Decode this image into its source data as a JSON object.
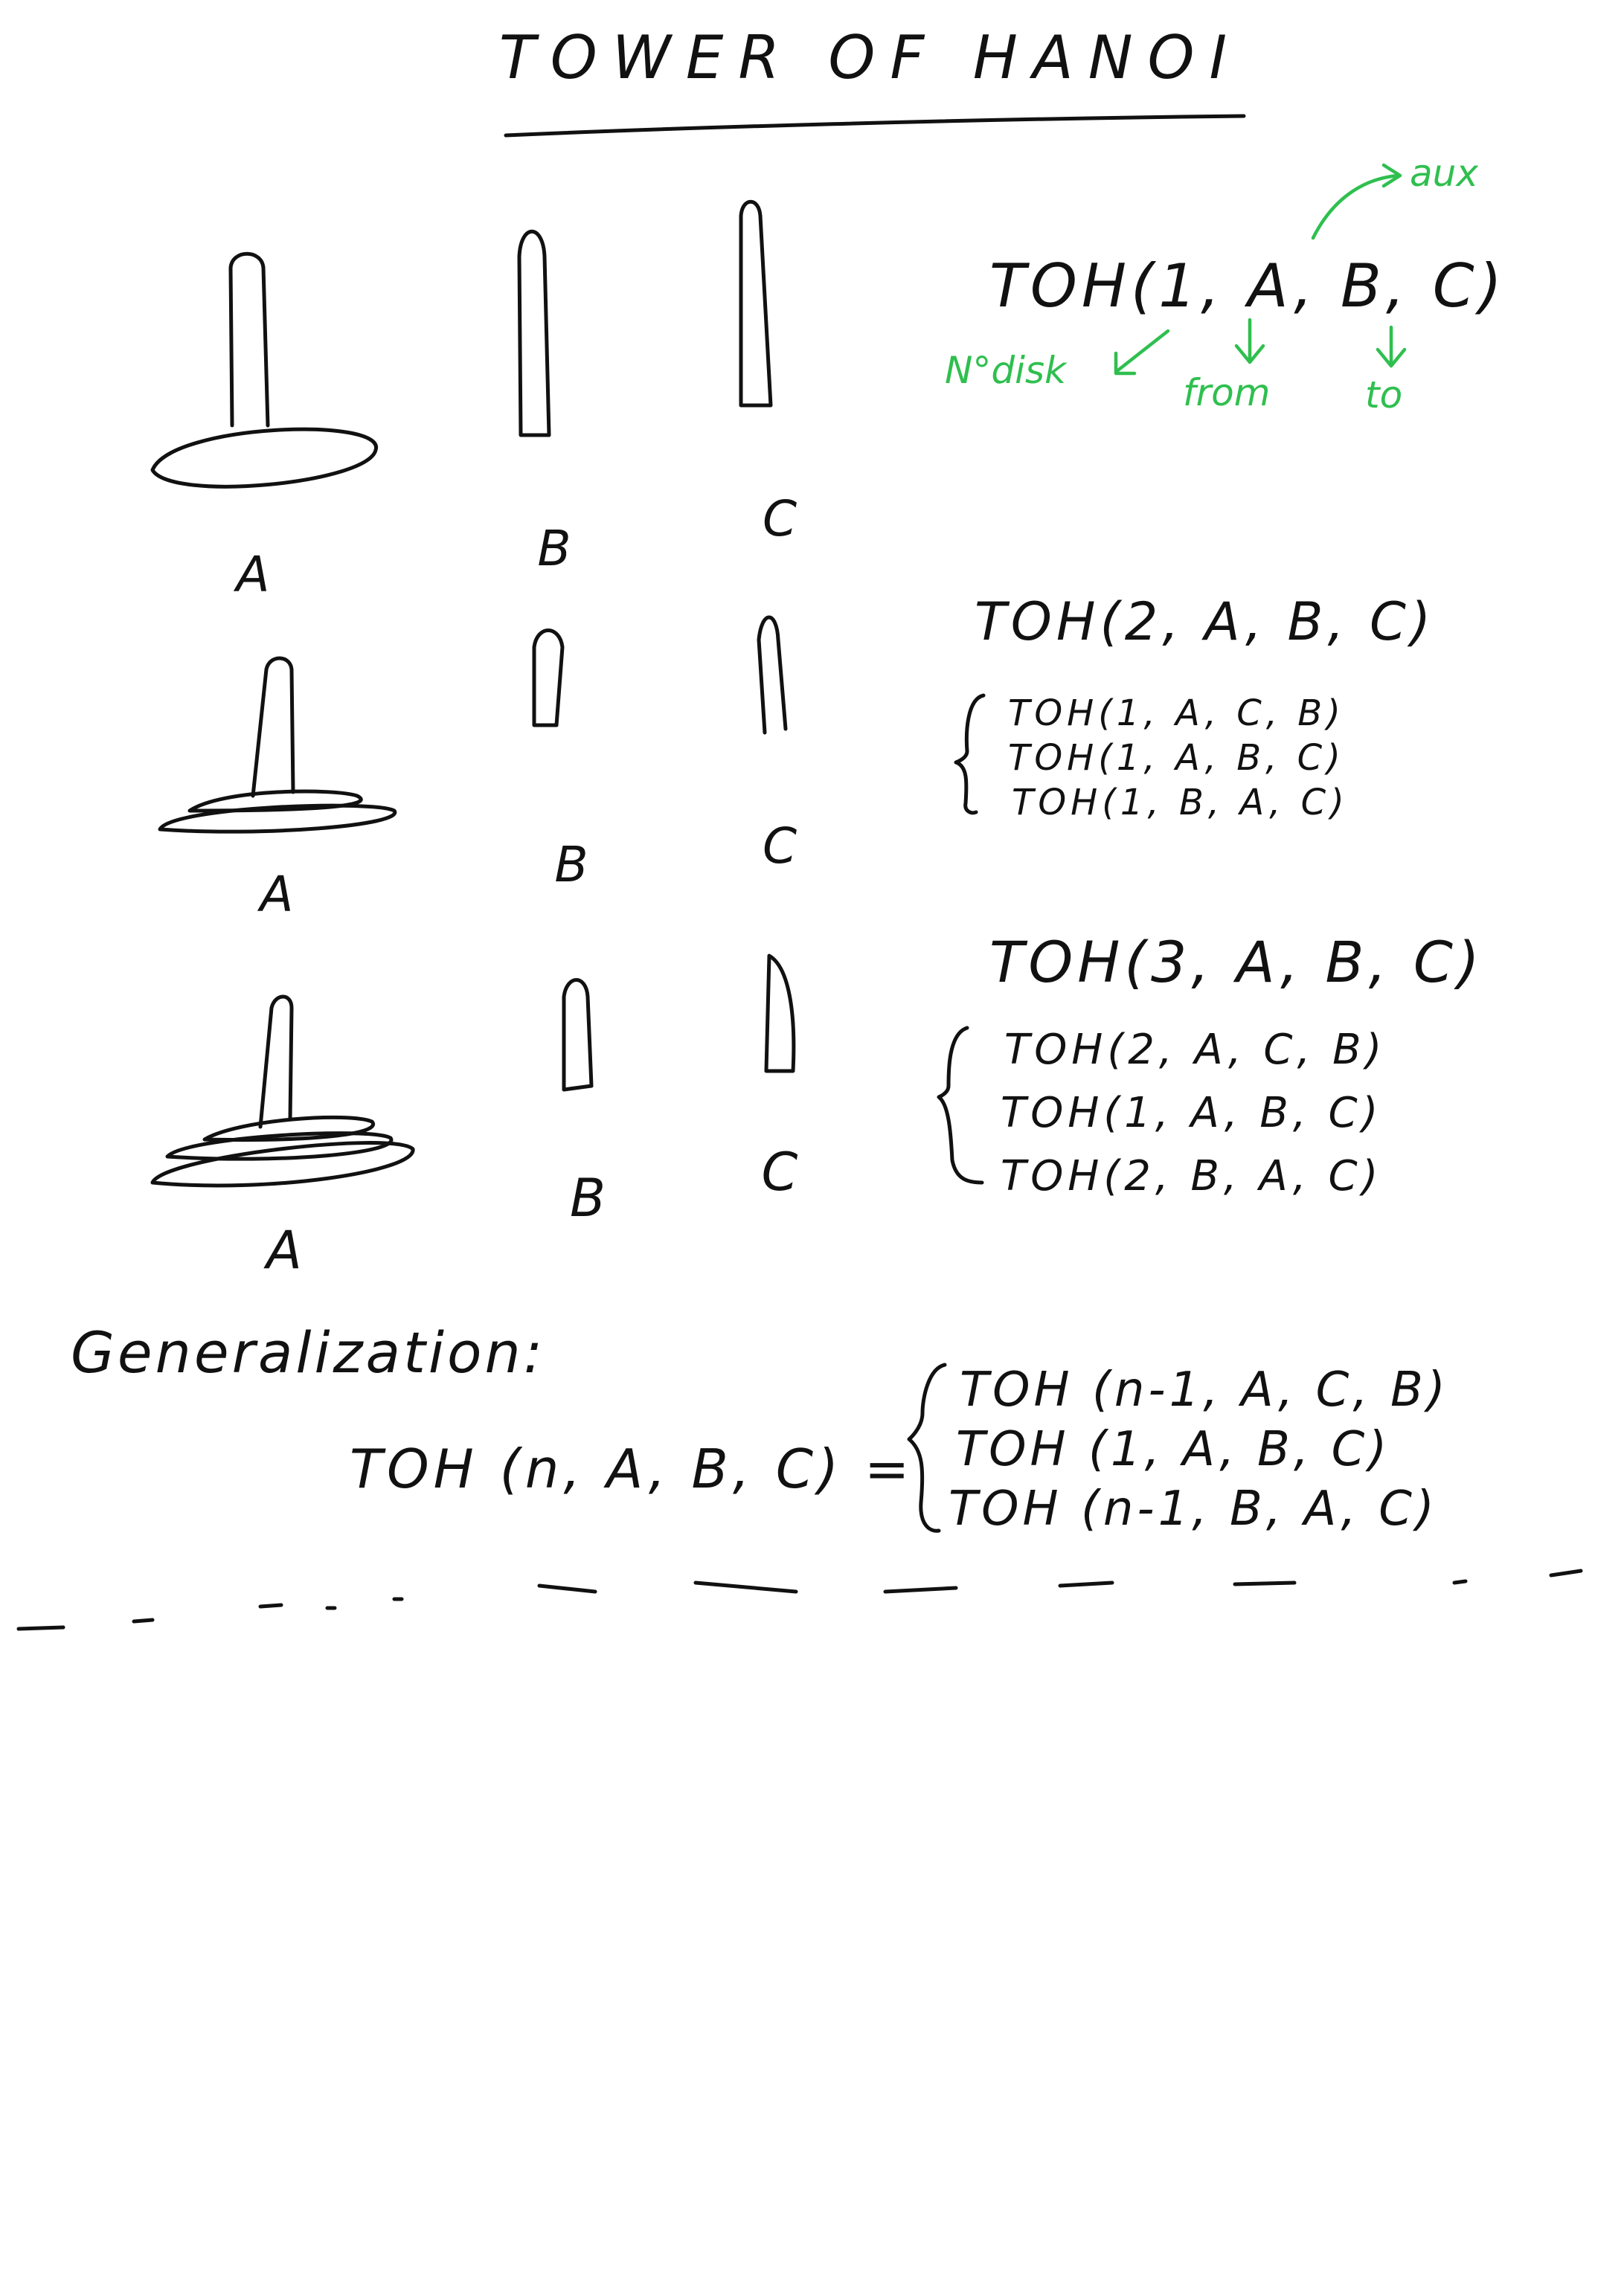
{
  "title": "TOWER OF HANOI",
  "colors": {
    "ink": "#111111",
    "annotation": "#2fbf4f",
    "paper": "#ffffff"
  },
  "diagrams": [
    {
      "rod_labels": [
        "A",
        "B",
        "C"
      ],
      "disk_count": 1
    },
    {
      "rod_labels": [
        "A",
        "B",
        "C"
      ],
      "disk_count": 2
    },
    {
      "rod_labels": [
        "A",
        "B",
        "C"
      ],
      "disk_count": 3
    }
  ],
  "example1": {
    "call": "TOH(1, A, B, C)",
    "annotations": {
      "aux": "aux",
      "disk_count": "N°disk",
      "from": "from",
      "to": "to"
    }
  },
  "example2": {
    "call": "TOH(2, A, B, C)",
    "steps": [
      "TOH(1, A, C, B)",
      "TOH(1, A, B, C)",
      "TOH(1, B, A, C)"
    ]
  },
  "example3": {
    "call": "TOH(3, A, B, C)",
    "steps": [
      "TOH(2, A, C, B)",
      "TOH(1, A, B, C)",
      "TOH(2, B, A, C)"
    ]
  },
  "generalization": {
    "heading": "Generalization:",
    "lhs": "TOH (n, A, B, C) =",
    "steps": [
      "TOH (n-1, A, C, B)",
      "TOH (1, A, B, C)",
      "TOH (n-1, B, A, C)"
    ]
  }
}
